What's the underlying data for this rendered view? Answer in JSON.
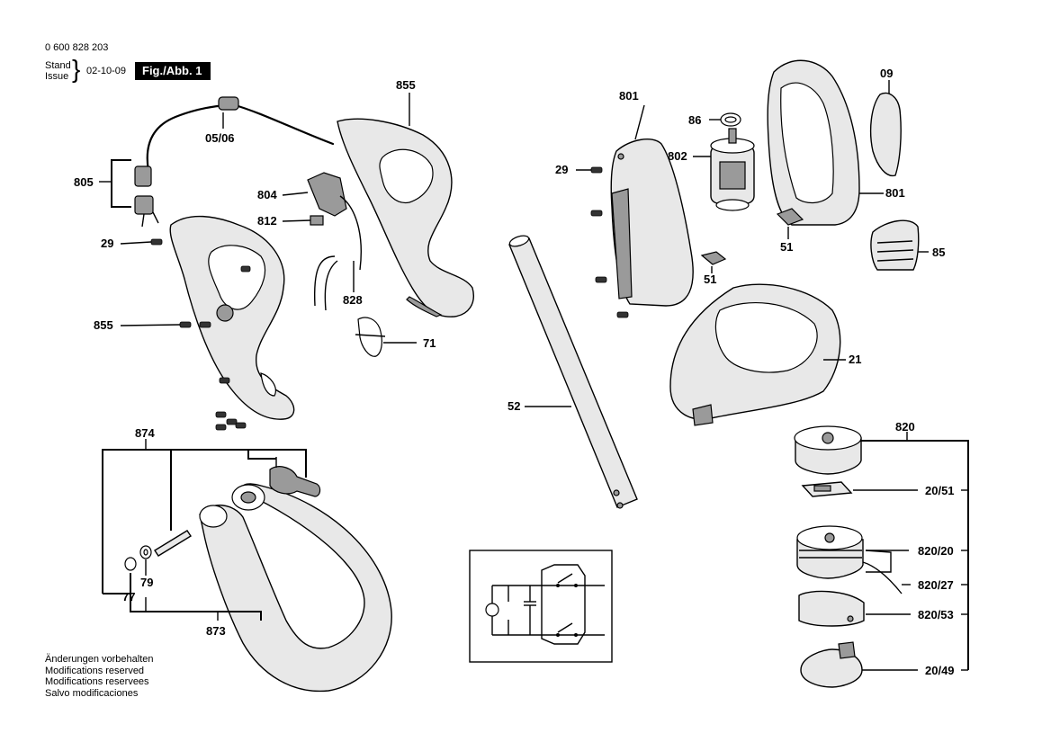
{
  "header": {
    "doc_number": "0 600 828 203",
    "stand_label": "Stand",
    "issue_label": "Issue",
    "date": "02-10-09",
    "figure_label": "Fig./Abb. 1"
  },
  "notes": [
    "Änderungen vorbehalten",
    "Modifications reserved",
    "Modifications reservees",
    "Salvo modificaciones"
  ],
  "callouts": {
    "c0506": "05/06",
    "c805": "805",
    "c29a": "29",
    "c855a": "855",
    "c855b": "855",
    "c804": "804",
    "c812": "812",
    "c828": "828",
    "c71": "71",
    "c801a": "801",
    "c801b": "801",
    "c86": "86",
    "c802": "802",
    "c29b": "29",
    "c09": "09",
    "c51a": "51",
    "c51b": "51",
    "c85": "85",
    "c21": "21",
    "c52": "52",
    "c874": "874",
    "c79": "79",
    "c77": "77",
    "c873": "873",
    "c820": "820",
    "c2051": "20/51",
    "c82020": "820/20",
    "c82027": "820/27",
    "c82053": "820/53",
    "c2049": "20/49"
  },
  "colors": {
    "part_fill": "#e6e6e6",
    "part_dark": "#555555",
    "line": "#000000"
  }
}
